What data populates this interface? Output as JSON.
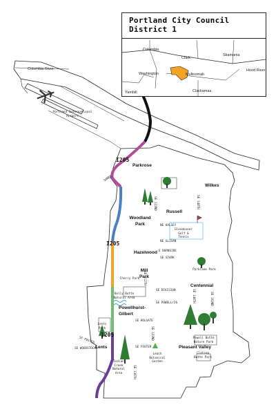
{
  "title_line1": "Portland City Council",
  "title_line2": "District 1",
  "inset_labels": {
    "columbia": "Columbia",
    "clark": "Clark",
    "skamania": "Skamania",
    "washington": "Washington",
    "multnomah": "Multnomah",
    "hood_river": "Hood River",
    "yamhill": "Yamhill",
    "clackamas": "Clackamas"
  },
  "river": "Columbia River",
  "airport": "Portland International Airport",
  "highway": "I205",
  "neighborhoods": {
    "parkrose": "Parkrose",
    "wilkes": "Wilkes",
    "russell": "Russell",
    "woodland_park": "Woodland Park",
    "hazelwood": "Hazelwood",
    "mill_park": "Mill Park",
    "centennial": "Centennial",
    "powellhurst_gilbert": "Powellhurst-Gilbert",
    "lents": "Lents",
    "pleasant_valley": "Pleasant Valley"
  },
  "streets": {
    "sandy": "SANDY",
    "se_122nd": "SE 122ND",
    "se_148th": "SE 148TH",
    "ne_halsey": "NE HALSEY",
    "ne_glisan": "NE GLISAN",
    "e_burnside": "E BURNSIDE",
    "se_stark": "SE STARK",
    "se_division": "SE DIVISION",
    "se_powell": "SE POWELL/26",
    "se_holgate": "SE HOLGATE",
    "se_foster": "SE FOSTER",
    "se_woodstock": "SE WOODSTOCK",
    "se_162nd": "SE 162ND",
    "se_112th": "SE 112TH",
    "se_136th": "SE 136TH"
  },
  "parks": {
    "glendoveer": "Glendoveer Golf & Tennis",
    "parklane": "Parklane Park",
    "cherry": "Cherry Park",
    "kelly_butte": "Kelly Butte Natural Area",
    "lents_park": "Lents Park",
    "indian_creek": "Indian Creek Natural Area",
    "leach": "Leach Botanical Garden",
    "powell_butte": "Powell Butte Nature Park",
    "clatsop_butte": "Clatsop Butte Park"
  },
  "colors": {
    "i205_north": "#111111",
    "i205_parkrose": "#b14b9a",
    "i205_woodland": "#4a7fc1",
    "i205_hazelwood": "#f2a324",
    "i205_powellhurst": "#6cbf6f",
    "i205_lents": "#6a3d9a",
    "district_fill": "#f2a324",
    "water": "#4aa3df",
    "tree": "#2e7d32"
  }
}
